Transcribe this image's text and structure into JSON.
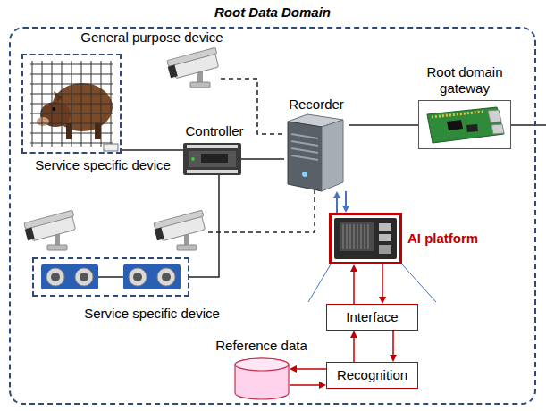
{
  "diagram": {
    "nodes": [
      {
        "text": [
          "Root Data Domain"
        ]
      },
      {
        "text": [
          "General purpose device"
        ],
        "in": 0
      },
      {
        "text": [
          "Service specific device"
        ],
        "in": 0
      },
      {
        "text": [
          "Controller"
        ],
        "in": 0
      },
      {
        "text": [
          "Recorder"
        ],
        "in": 0
      },
      {
        "text": [
          "Root domain gateway"
        ],
        "in": 0
      },
      {
        "text": [
          "Service specific device"
        ],
        "in": 0
      },
      {
        "text": [
          "AI platform"
        ],
        "in": 0
      },
      {
        "text": [
          "Interface"
        ],
        "in": 0
      },
      {
        "text": [
          "Reference data"
        ],
        "in": 0
      },
      {
        "text": [
          "Recognition"
        ],
        "in": 0
      }
    ],
    "edges": [
      {
        "from": 1,
        "to": 4,
        "arrow": "none"
      },
      {
        "from": 2,
        "to": 3,
        "arrow": "none"
      },
      {
        "from": 3,
        "to": 4,
        "arrow": "none"
      },
      {
        "from": 4,
        "to": 5,
        "arrow": "none"
      },
      {
        "from": 6,
        "to": 3,
        "arrow": "none"
      },
      {
        "from": 7,
        "to": 4,
        "arrow": "to"
      },
      {
        "from": 4,
        "to": 7,
        "arrow": "to"
      },
      {
        "from": 8,
        "to": 7,
        "arrow": "to"
      },
      {
        "from": 7,
        "to": 8,
        "arrow": "to"
      },
      {
        "from": 10,
        "to": 8,
        "arrow": "to"
      },
      {
        "from": 8,
        "to": 10,
        "arrow": "to"
      },
      {
        "from": 10,
        "to": 9,
        "arrow": "to"
      },
      {
        "from": 9,
        "to": 10,
        "arrow": "to"
      }
    ]
  }
}
